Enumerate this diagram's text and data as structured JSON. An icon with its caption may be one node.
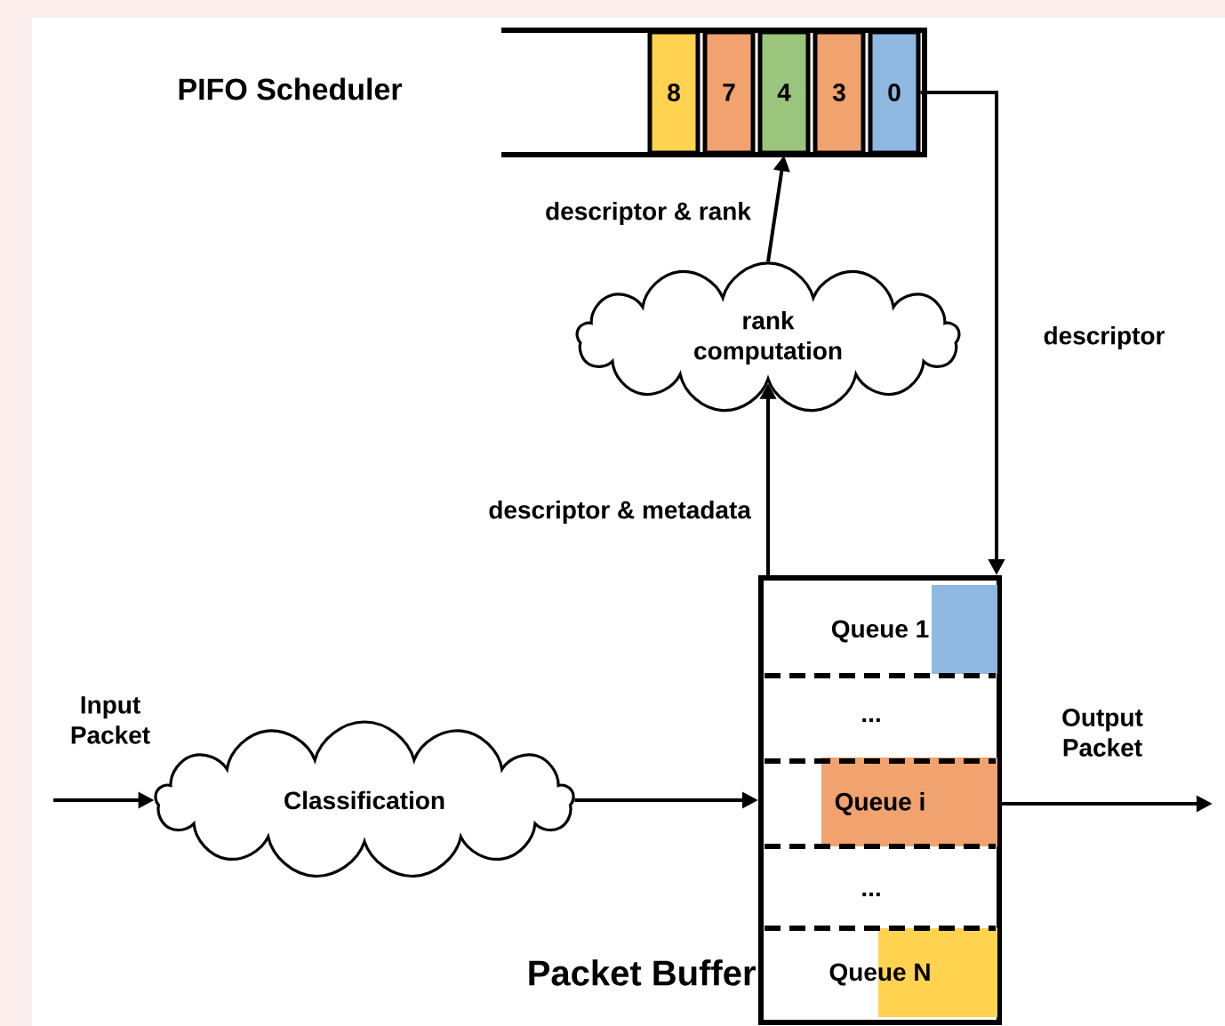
{
  "diagram": {
    "nodes": [
      {
        "text": [
          "PIFO Scheduler"
        ]
      },
      {
        "text": [
          "8"
        ],
        "in": 0
      },
      {
        "text": [
          "7"
        ],
        "in": 0
      },
      {
        "text": [
          "4"
        ],
        "in": 0
      },
      {
        "text": [
          "3"
        ],
        "in": 0
      },
      {
        "text": [
          "0"
        ],
        "in": 0
      },
      {
        "text": [
          "rank computation"
        ]
      },
      {
        "text": [
          "Packet Buffer"
        ]
      },
      {
        "text": [
          "Queue 1"
        ],
        "in": 7
      },
      {
        "text": [
          "Queue i"
        ],
        "in": 7
      },
      {
        "text": [
          "Queue N"
        ],
        "in": 7
      },
      {
        "text": [
          "Classification"
        ]
      }
    ],
    "edges": [
      {
        "from": null,
        "to": 11,
        "arrow": "to",
        "label": "Input Packet"
      },
      {
        "from": 11,
        "to": 7,
        "arrow": "to"
      },
      {
        "from": 7,
        "to": 6,
        "arrow": "to",
        "label": "descriptor & metadata"
      },
      {
        "from": 6,
        "to": 3,
        "arrow": "to",
        "label": "descriptor & rank"
      },
      {
        "from": 5,
        "to": 7,
        "arrow": "to",
        "label": "descriptor"
      },
      {
        "from": 7,
        "to": null,
        "arrow": "to",
        "label": "Output Packet"
      }
    ],
    "labels": [
      "...",
      "..."
    ]
  }
}
